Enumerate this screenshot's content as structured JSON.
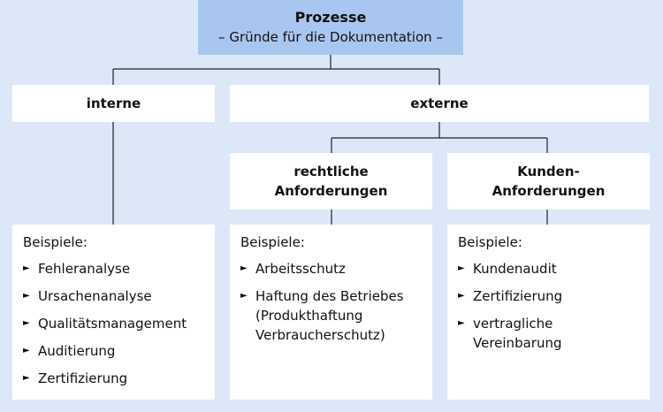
{
  "root": {
    "title": "Prozesse",
    "subtitle": "– Gründe für die Dokumentation –"
  },
  "interne": {
    "label": "interne",
    "examples_heading": "Beispiele:",
    "examples": [
      "Fehleranalyse",
      "Ursachenanalyse",
      "Qualitätsmanagement",
      "Auditierung",
      "Zertifizierung"
    ]
  },
  "externe": {
    "label": "externe"
  },
  "rechtliche": {
    "label_line1": "rechtliche",
    "label_line2": "Anforderungen",
    "examples_heading": "Beispiele:",
    "examples": [
      [
        "Arbeitsschutz"
      ],
      [
        "Haftung des Betriebes",
        "(Produkthaftung",
        "Verbraucherschutz)"
      ]
    ]
  },
  "kunden": {
    "label_line1": "Kunden-",
    "label_line2": "Anforderungen",
    "examples_heading": "Beispiele:",
    "examples": [
      [
        "Kundenaudit"
      ],
      [
        "Zertifizierung"
      ],
      [
        "vertragliche",
        "Vereinbarung"
      ]
    ]
  },
  "bullet_icon": "triangle-right-icon",
  "colors": {
    "background": "#dce8f8",
    "header": "#a9c6f0",
    "box": "#ffffff",
    "line": "#222222"
  }
}
